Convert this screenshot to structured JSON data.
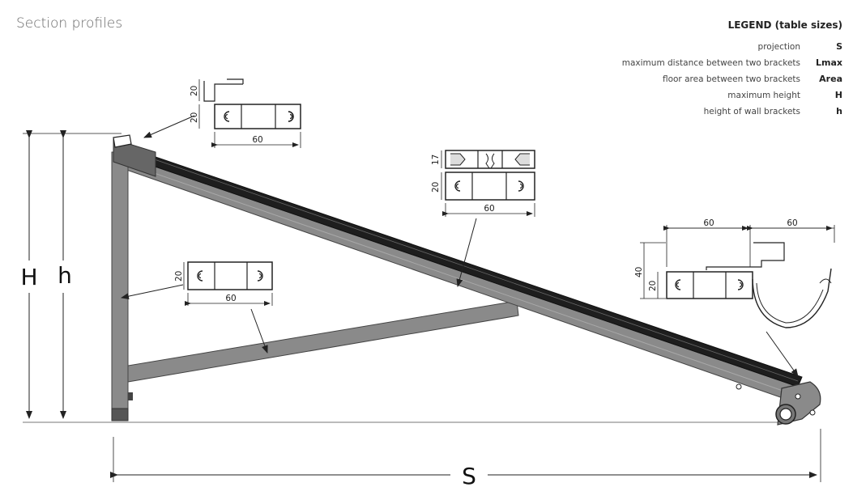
{
  "title": "Section profiles",
  "legend": {
    "title": "LEGEND (table sizes)",
    "items": [
      {
        "label": "projection",
        "symbol": "S"
      },
      {
        "label": "maximum distance between two brackets",
        "symbol": "Lmax"
      },
      {
        "label": "floor area between two brackets",
        "symbol": "Area"
      },
      {
        "label": "maximum height",
        "symbol": "H"
      },
      {
        "label": "height of wall brackets",
        "symbol": "h"
      }
    ]
  },
  "dimensions": {
    "H": "H",
    "h": "h",
    "S": "S",
    "top_profile": {
      "hook_height": "20",
      "body_height": "20",
      "width": "60"
    },
    "wall_profile": {
      "height": "20",
      "width": "60"
    },
    "arm_profile": {
      "top_height": "17",
      "body_height": "20",
      "width": "60"
    },
    "front_profile": {
      "width_left": "60",
      "width_right": "60",
      "total_height": "40",
      "body_height": "20"
    }
  },
  "colors": {
    "frame": "#8a8a8a",
    "frame_dark": "#555555",
    "rail": "#1e1e1e",
    "line": "#222222"
  }
}
